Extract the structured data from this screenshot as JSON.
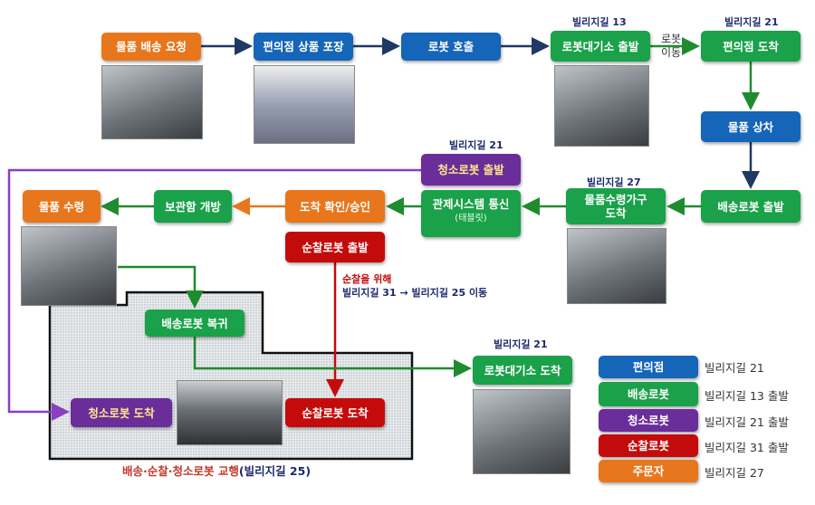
{
  "steps": {
    "request": "물품 배송 요청",
    "pack": "편의점 상품 포장",
    "call": "로봇 호출",
    "depart_station": "로봇대기소 출발",
    "depart_station_loc": "빌리지길 13",
    "move": "로봇\n이동",
    "arrive_store": "편의점 도착",
    "arrive_store_loc": "빌리지길 21",
    "load": "물품 상차",
    "delivery_depart": "배송로봇 출발",
    "arrive_house": "물품수령가구 도착",
    "arrive_house_loc": "빌리지길 27",
    "control": "관제시스템 통신",
    "control_sub": "(태블릿)",
    "clean_depart": "청소로봇 출발",
    "clean_depart_loc": "빌리지길 21",
    "confirm": "도착 확인/승인",
    "patrol_depart": "순찰로봇 출발",
    "open_box": "보관함 개방",
    "receive": "물품 수령",
    "patrol_note1": "순찰을 위해",
    "patrol_note2": "빌리지길 31 → 빌리지길 25 이동",
    "delivery_return": "배송로봇 복귀",
    "clean_arrive": "청소로봇 도착",
    "patrol_arrive": "순찰로봇 도착",
    "caption_red": "배송·순찰·청소로봇 교행",
    "caption_blue": "(빌리지길 25)",
    "station_arrive": "로봇대기소 도착",
    "station_arrive_loc": "빌리지길 21"
  },
  "legend": [
    {
      "label": "편의점",
      "value": "빌리지길 21",
      "color": "#1565b8"
    },
    {
      "label": "배송로봇",
      "value": "빌리지길 13 출발",
      "color": "#1aa14a"
    },
    {
      "label": "청소로봇",
      "value": "빌리지길 21 출발",
      "color": "#6a2d9a"
    },
    {
      "label": "순찰로봇",
      "value": "빌리지길 31 출발",
      "color": "#c40b0b"
    },
    {
      "label": "주문자",
      "value": "빌리지길 27",
      "color": "#e8761c"
    }
  ]
}
